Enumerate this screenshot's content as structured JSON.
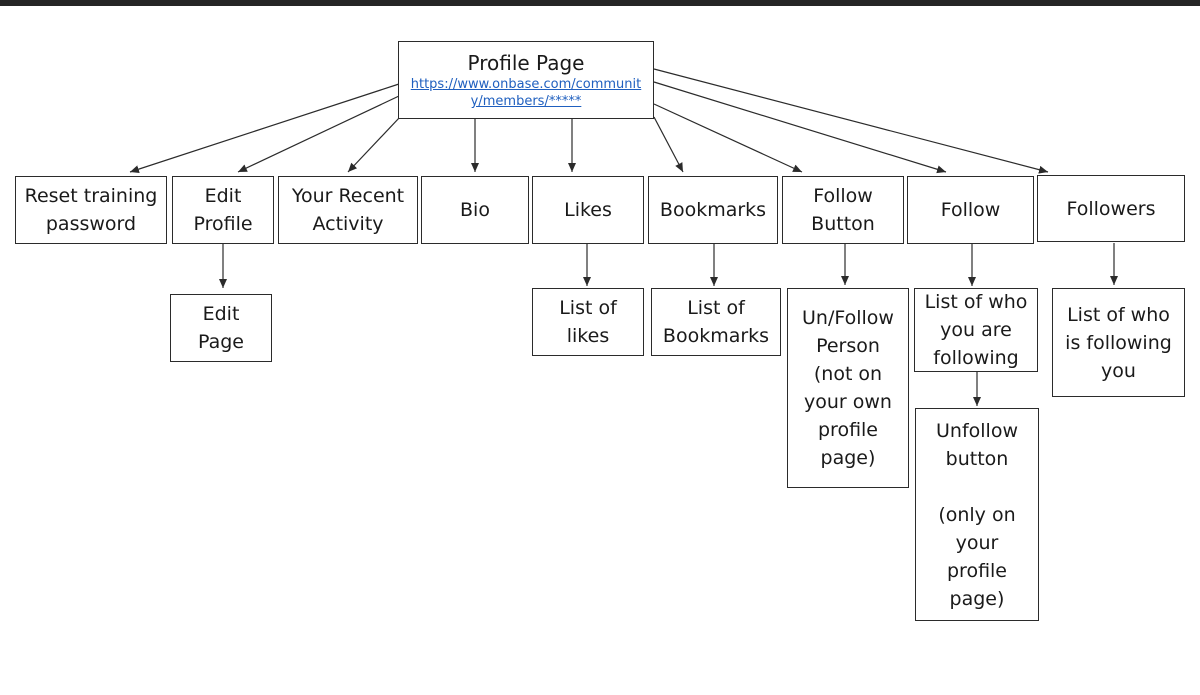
{
  "root": {
    "title": "Profile Page",
    "url": "https://www.onbase.com/community/members/*****"
  },
  "nodes": {
    "reset_training_password": "Reset training\npassword",
    "edit_profile": "Edit\nProfile",
    "recent_activity": "Your Recent\nActivity",
    "bio": "Bio",
    "likes": "Likes",
    "bookmarks": "Bookmarks",
    "follow_button": "Follow\nButton",
    "follow": "Follow",
    "followers": "Followers",
    "edit_page": "Edit\nPage",
    "list_of_likes": "List of\nlikes",
    "list_of_bookmarks": "List of\nBookmarks",
    "unfollow_person": "Un/Follow\nPerson\n(not on\nyour own\nprofile\npage)",
    "list_following": "List of who\nyou are\nfollowing",
    "list_followers": "List of who\nis following\nyou",
    "unfollow_button": "Unfollow\nbutton\n\n(only on\nyour\nprofile\npage)"
  },
  "colors": {
    "border": "#2b2b2b",
    "link": "#1f5fbf",
    "top_bar": "#262626"
  }
}
